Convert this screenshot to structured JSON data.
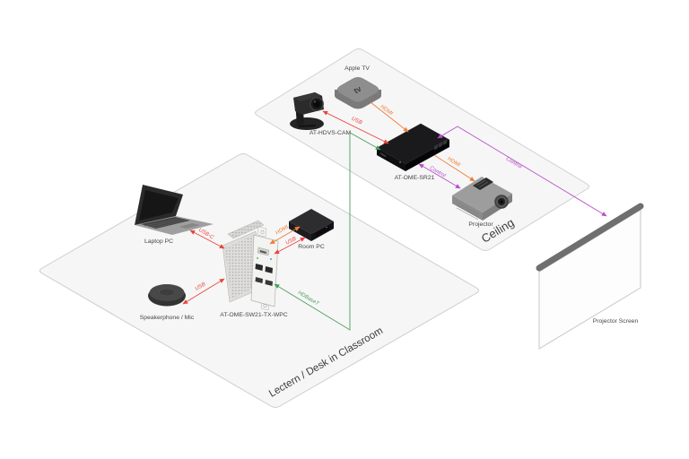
{
  "zones": {
    "classroom": {
      "label": "Lectern / Desk in Classroom"
    },
    "ceiling": {
      "label": "Ceiling"
    }
  },
  "devices": {
    "laptop_pc": {
      "label": "Laptop PC"
    },
    "room_pc": {
      "label": "Room PC"
    },
    "wallplate": {
      "label": "AT-OME-SW21-TX-WPC"
    },
    "speakerphone": {
      "label": "Speakerphone / Mic"
    },
    "apple_tv": {
      "label": "Apple TV",
      "logo_text": "tv"
    },
    "camera": {
      "label": "AT-HDVS-CAM"
    },
    "receiver": {
      "label": "AT-OME-SR21"
    },
    "projector": {
      "label": "Projector"
    },
    "projector_screen": {
      "label": "Projector Screen"
    }
  },
  "connections": {
    "laptop_usbc": {
      "label": "USB-C",
      "color": "#e8473c"
    },
    "roompc_hdmi": {
      "label": "HDMI",
      "color": "#ef7d33"
    },
    "roompc_usb": {
      "label": "USB",
      "color": "#e8473c"
    },
    "speakerphone_usb": {
      "label": "USB",
      "color": "#e8473c"
    },
    "wallplate_hdbaset": {
      "label": "HDBaseT",
      "color": "#4a9e58"
    },
    "camera_usb": {
      "label": "USB",
      "color": "#e8473c"
    },
    "appletv_hdmi": {
      "label": "HDMI",
      "color": "#ef7d33"
    },
    "projector_hdmi": {
      "label": "HDMI",
      "color": "#ef7d33"
    },
    "projector_control": {
      "label": "Control",
      "color": "#b84fc8"
    },
    "screen_control": {
      "label": "Control",
      "color": "#b84fc8"
    }
  },
  "palette": {
    "zone_fill": "#f6f6f7",
    "zone_stroke": "#c9cfcb",
    "usb_red": "#e8473c",
    "hdmi_orange": "#ef7d33",
    "hdbaset_green": "#4a9e58",
    "control_purple": "#b84fc8",
    "screen_bar_gray": "#6f6f6f"
  }
}
